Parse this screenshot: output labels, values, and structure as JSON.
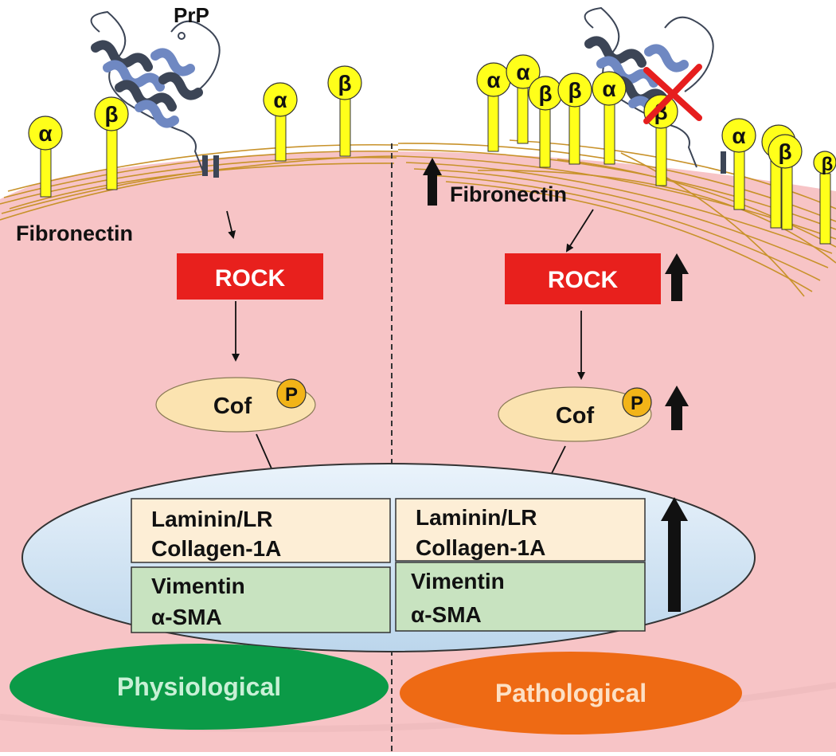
{
  "labels": {
    "prp": "PrP",
    "fibronectin_left": "Fibronectin",
    "fibronectin_right": "Fibronectin",
    "rock_left": "ROCK",
    "rock_right": "ROCK",
    "cof_left": "Cof",
    "cof_right": "Cof",
    "phospho": "P",
    "nucleus_left": {
      "line1": "Laminin/LR",
      "line2": "Collagen-1A",
      "line3": "Vimentin",
      "line4": "α-SMA"
    },
    "nucleus_right": {
      "line1": "Laminin/LR",
      "line2": "Collagen-1A",
      "line3": "Vimentin",
      "line4": "α-SMA"
    },
    "state_left": "Physiological",
    "state_right": "Pathological"
  },
  "integrins": {
    "alpha": "α",
    "beta": "β",
    "left_sequence": [
      "α",
      "β",
      "α",
      "β"
    ],
    "right_sequence": [
      "α",
      "α",
      "β",
      "β",
      "α",
      "β",
      "α",
      "β",
      "β"
    ]
  },
  "colors": {
    "cell": "#f7c4c6",
    "membrane": "#d6a13a",
    "rock": "#e8201d",
    "cofilin": "#fbe3b0",
    "phospho": "#f2b418",
    "nucleus_top": "#fdeed6",
    "nucleus_bottom": "#c8e3c0",
    "physiological": "#0b9a47",
    "pathological": "#ee6a14",
    "integrin": "#ffff1a",
    "prp_dark": "#3c4556",
    "prp_light": "#6f88c2",
    "cross": "#e61e1e"
  }
}
